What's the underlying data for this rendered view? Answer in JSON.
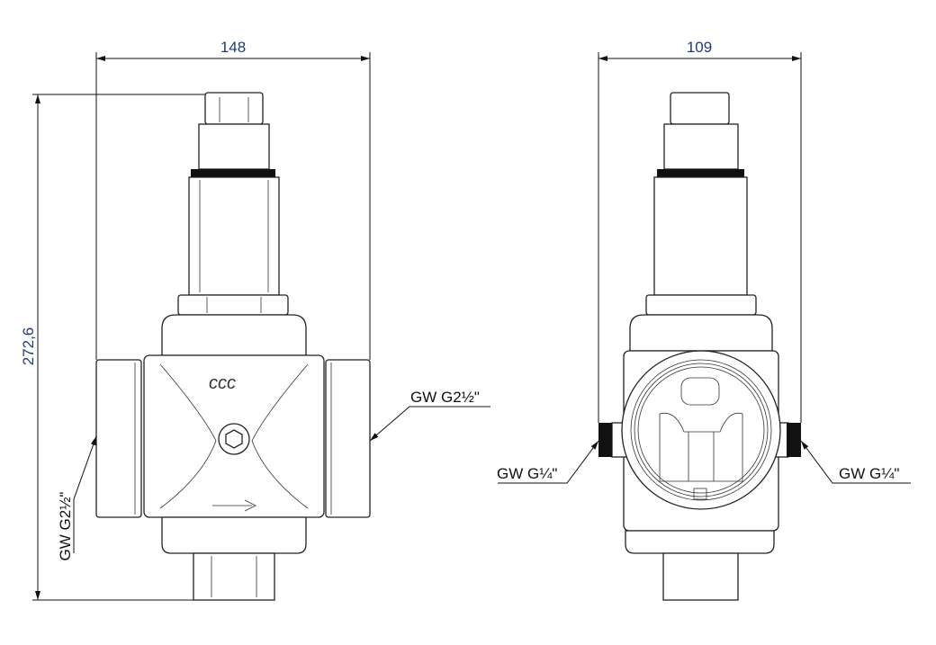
{
  "dimensions": {
    "front_width": "148",
    "side_width": "109",
    "height": "272,6"
  },
  "labels": {
    "front_outlet": "GW G2½\"",
    "front_inlet": "GW G2½\"",
    "gauge_left": "GW G¼\"",
    "gauge_right": "GW G¼\""
  },
  "colors": {
    "dimension_text": "#1f3a78",
    "outline": "#222222"
  }
}
